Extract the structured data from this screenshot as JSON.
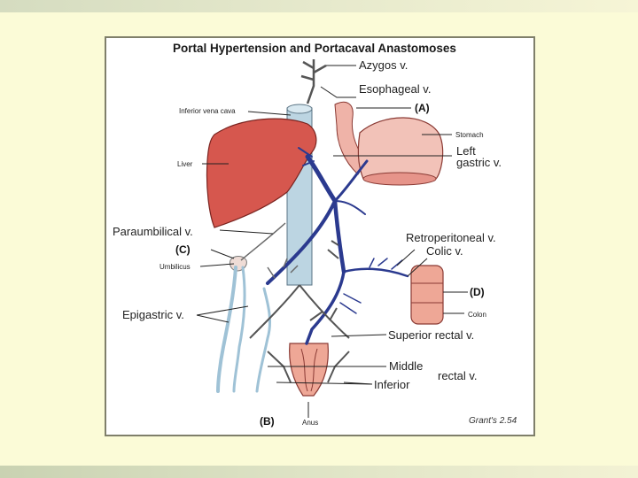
{
  "title": "Portal Hypertension and Portacaval Anastomoses",
  "labels": {
    "azygos": "Azygos v.",
    "esophageal": "Esophageal v.",
    "ivc": "Inferior vena cava",
    "tag_a": "(A)",
    "stomach": "Stomach",
    "liver": "Liver",
    "left": "Left",
    "gastric": "gastric v.",
    "paraumbilical": "Paraumbilical v.",
    "tag_c": "(C)",
    "umbilicus": "Umbilicus",
    "retroperitoneal": "Retroperitoneal v.",
    "colic": "Colic v.",
    "tag_d": "(D)",
    "colon": "Colon",
    "epigastric": "Epigastric v.",
    "superior_rectal": "Superior rectal v.",
    "middle": "Middle",
    "inferior": "Inferior",
    "rectal": "rectal v.",
    "tag_b": "(B)",
    "anus": "Anus",
    "credit": "Grant's 2.54"
  },
  "colors": {
    "slide_background": "#fbfbd7",
    "portal_vein": "#2b3a8f",
    "systemic_vein": "#9fc2d6",
    "organ_red": "#d6574e",
    "organ_pink": "#efb3a8"
  }
}
